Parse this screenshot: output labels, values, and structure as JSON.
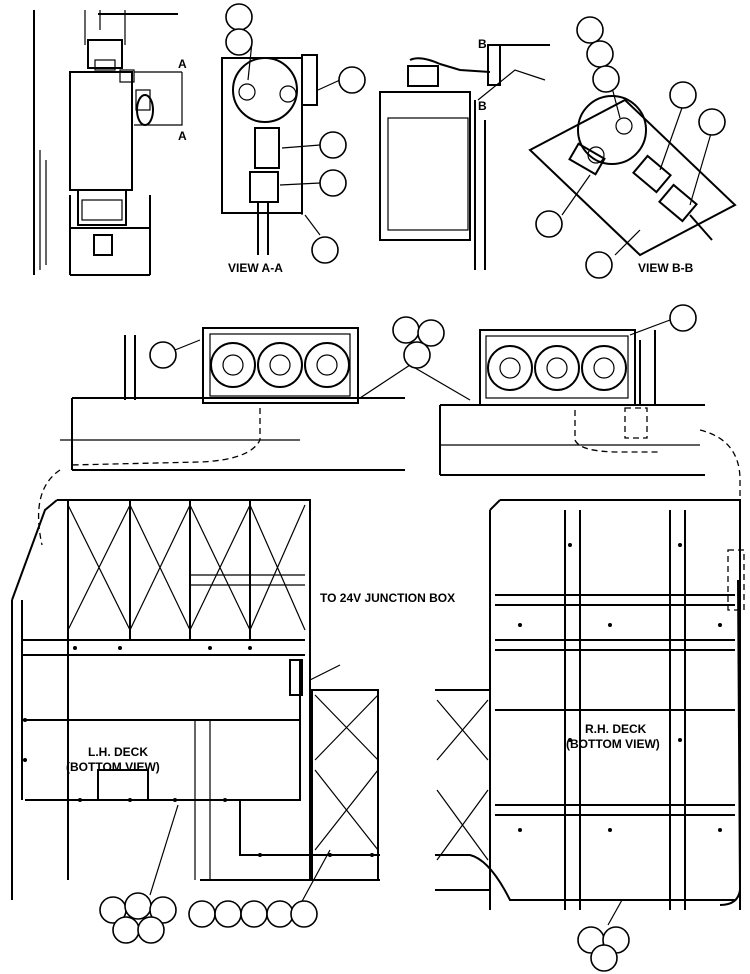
{
  "labels": {
    "view_aa": "VIEW A-A",
    "view_bb": "VIEW B-B",
    "section_a_top": "A",
    "section_a_bottom": "A",
    "section_b_top": "B",
    "section_b_bottom": "B",
    "junction": "TO 24V JUNCTION BOX",
    "lh_deck_1": "L.H. DECK",
    "lh_deck_2": "(BOTTOM VIEW)",
    "rh_deck_1": "R.H. DECK",
    "rh_deck_2": "(BOTTOM VIEW)"
  }
}
